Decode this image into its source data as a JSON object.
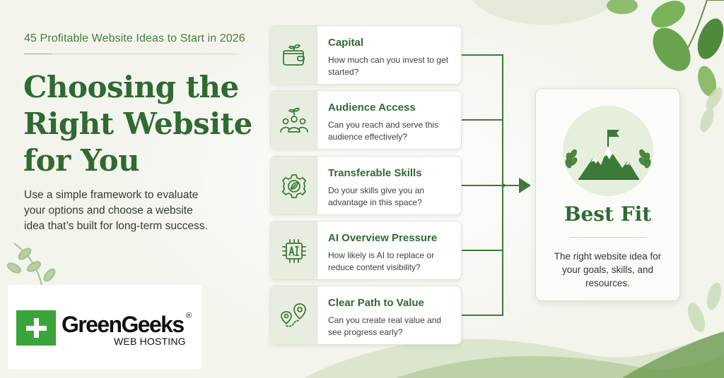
{
  "header": {
    "eyebrow": "45 Profitable Website Ideas to Start in 2026",
    "headline_lines": [
      "Choosing the",
      "Right Website",
      "for You"
    ],
    "intro": "Use a simple framework to evaluate your options and choose a website idea that’s built for long-term success."
  },
  "logo": {
    "name": "GreenGeeks",
    "registered": "®",
    "tagline": "WEB HOSTING",
    "brand_color": "#3aa53a"
  },
  "criteria": [
    {
      "title": "Capital",
      "description": "How much can you invest to get started?",
      "icon": "wallet-sprout-icon"
    },
    {
      "title": "Audience Access",
      "description": "Can you reach and serve this audience effectively?",
      "icon": "audience-group-icon"
    },
    {
      "title": "Transferable Skills",
      "description": "Do your skills give you an advantage in this space?",
      "icon": "gear-leaf-icon"
    },
    {
      "title": "AI Overview Pressure",
      "description": "How likely is AI to replace or reduce content visibility?",
      "icon": "ai-chip-icon"
    },
    {
      "title": "Clear Path to Value",
      "description": "Can you create real value and see progress early?",
      "icon": "map-pins-icon"
    }
  ],
  "result": {
    "title": "Best Fit",
    "description": "The right website idea for your goals, skills, and resources.",
    "icon": "mountain-flag-icon"
  },
  "colors": {
    "accent_green": "#2f6a33",
    "connector_green": "#3b7a3a",
    "background": "#f3f4ec"
  }
}
